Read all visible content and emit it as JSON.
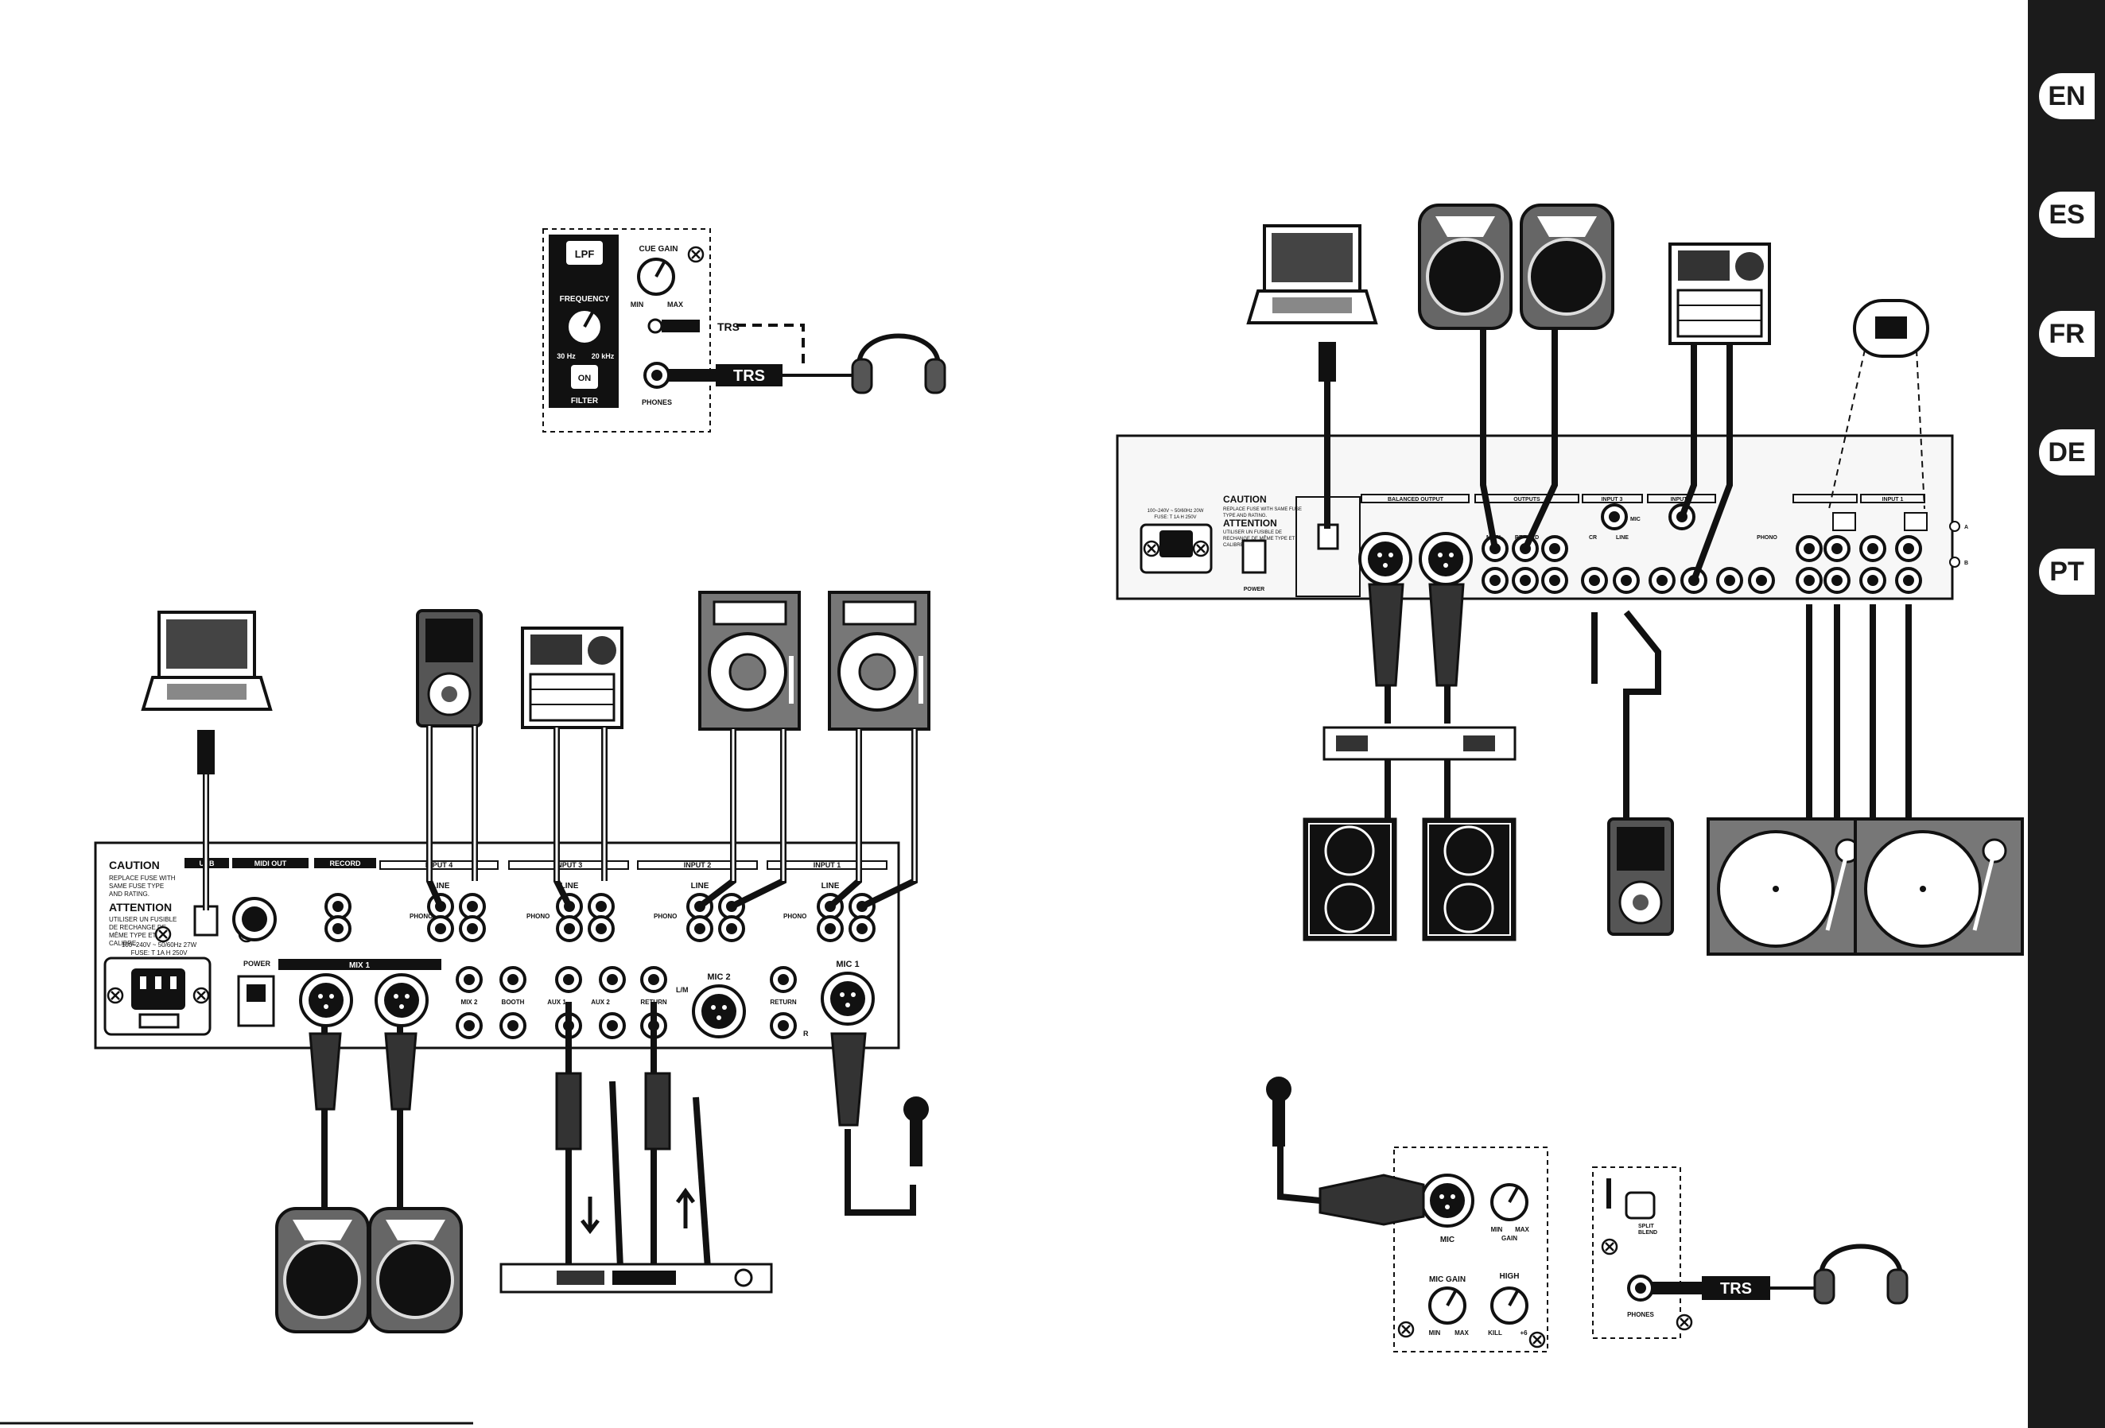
{
  "languages": [
    "EN",
    "ES",
    "FR",
    "DE",
    "PT"
  ],
  "colors": {
    "sidebar": "#1b1b1b",
    "ink": "#111111",
    "panel": "#f7f7f7",
    "device": "#444444"
  },
  "left_panel": {
    "caution_title": "CAUTION",
    "caution_text": [
      "REPLACE FUSE WITH",
      "SAME FUSE TYPE",
      "AND RATING."
    ],
    "attention_title": "ATTENTION",
    "attention_text": [
      "UTILISER UN FUSIBLE",
      "DE RECHANGE DE",
      "MÊME TYPE ET",
      "CALIBRE."
    ],
    "power_spec": [
      "100~240V ~ 50/60Hz 27W",
      "FUSE: T 1A H 250V"
    ],
    "labels": {
      "usb": "USB",
      "midi_out": "MIDI OUT",
      "record": "RECORD",
      "power": "POWER",
      "mix1": "MIX 1",
      "input4": "INPUT 4",
      "input3": "INPUT 3",
      "input2": "INPUT 2",
      "input1": "INPUT 1",
      "line": "LINE",
      "phono": "PHONO",
      "mic2": "MIC 2",
      "mic1": "MIC 1",
      "mix2": "MIX 2",
      "booth": "BOOTH",
      "aux1": "AUX 1",
      "aux2": "AUX 2",
      "return": "RETURN",
      "l_m": "L/M",
      "r": "R"
    }
  },
  "filter_detail": {
    "lpf": "LPF",
    "cue_gain": "CUE GAIN",
    "min": "MIN",
    "max": "MAX",
    "frequency": "FREQUENCY",
    "freq_low": "30 Hz",
    "freq_high": "20 kHz",
    "on": "ON",
    "filter": "FILTER",
    "trs": "TRS",
    "phones": "PHONES"
  },
  "right_panel": {
    "caution_title": "CAUTION",
    "caution_text": [
      "REPLACE FUSE WITH SAME FUSE",
      "TYPE AND RATING."
    ],
    "attention_title": "ATTENTION",
    "attention_text": [
      "UTILISER UN FUSIBLE DE",
      "RECHANGE DE MÊME TYPE ET",
      "CALIBRE."
    ],
    "power_spec": [
      "100~240V ~ 50/60Hz 20W",
      "FUSE: T 1A H 250V"
    ],
    "labels": {
      "power": "POWER",
      "balanced_output": "BALANCED OUTPUT",
      "outputs": "OUTPUTS",
      "main": "MAIN",
      "record": "RECORD",
      "input3": "INPUT 3",
      "input2": "INPUT 2",
      "input1": "INPUT 1",
      "mic": "MIC",
      "cr": "CR",
      "line": "LINE",
      "phono": "PHONO",
      "a": "A",
      "b": "B"
    }
  },
  "mic_detail": {
    "mic": "MIC",
    "gain": "GAIN",
    "mic_gain": "MIC GAIN",
    "min": "MIN",
    "max": "MAX",
    "high": "HIGH",
    "kill": "KILL",
    "plus6": "+6"
  },
  "phones_detail": {
    "split_blend": [
      "SPLIT",
      "BLEND"
    ],
    "phones": "PHONES",
    "trs": "TRS"
  }
}
